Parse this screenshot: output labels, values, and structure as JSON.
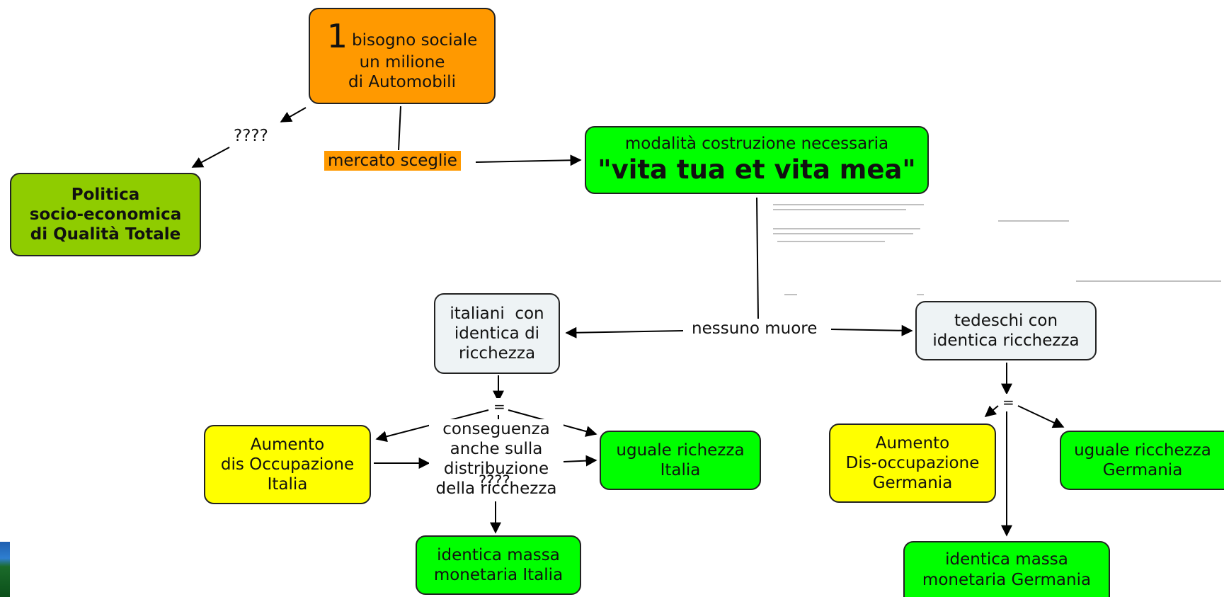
{
  "diagram": {
    "top_node": {
      "number": "1",
      "line1": "bisogno sociale",
      "line2": "un milione",
      "line3": "di Automobili"
    },
    "question_left": "????",
    "policy_node": [
      "Politica",
      "socio-economica",
      "di Qualità Totale"
    ],
    "market_label": "mercato sceglie",
    "mode_node": {
      "line1": "modalità costruzione necessaria",
      "line2": "\"vita tua et vita mea\""
    },
    "nobody_dies": "nessuno muore",
    "italians_node": [
      "italiani  con",
      "identica di",
      "ricchezza"
    ],
    "germans_node": [
      "tedeschi con",
      "identica ricchezza"
    ],
    "equals": "=",
    "consequence": [
      "conseguenza",
      "anche sulla",
      "distribuzione",
      "della ricchezza"
    ],
    "question_mid": "????",
    "unemp_it": [
      "Aumento",
      "dis Occupazione",
      "Italia"
    ],
    "wealth_it": [
      "uguale richezza",
      "Italia"
    ],
    "mass_it": [
      "identica massa",
      "monetaria Italia"
    ],
    "unemp_de": [
      "Aumento",
      "Dis-occupazione",
      "Germania"
    ],
    "wealth_de": [
      "uguale ricchezza",
      "Germania"
    ],
    "mass_de": [
      "identica massa",
      "monetaria Germania"
    ]
  },
  "colors": {
    "orange": "#ff9900",
    "olive": "#8fcc00",
    "green": "#00ff00",
    "yellow": "#ffff00",
    "pale": "#eef3f5"
  },
  "icons": [
    "logo-image"
  ]
}
